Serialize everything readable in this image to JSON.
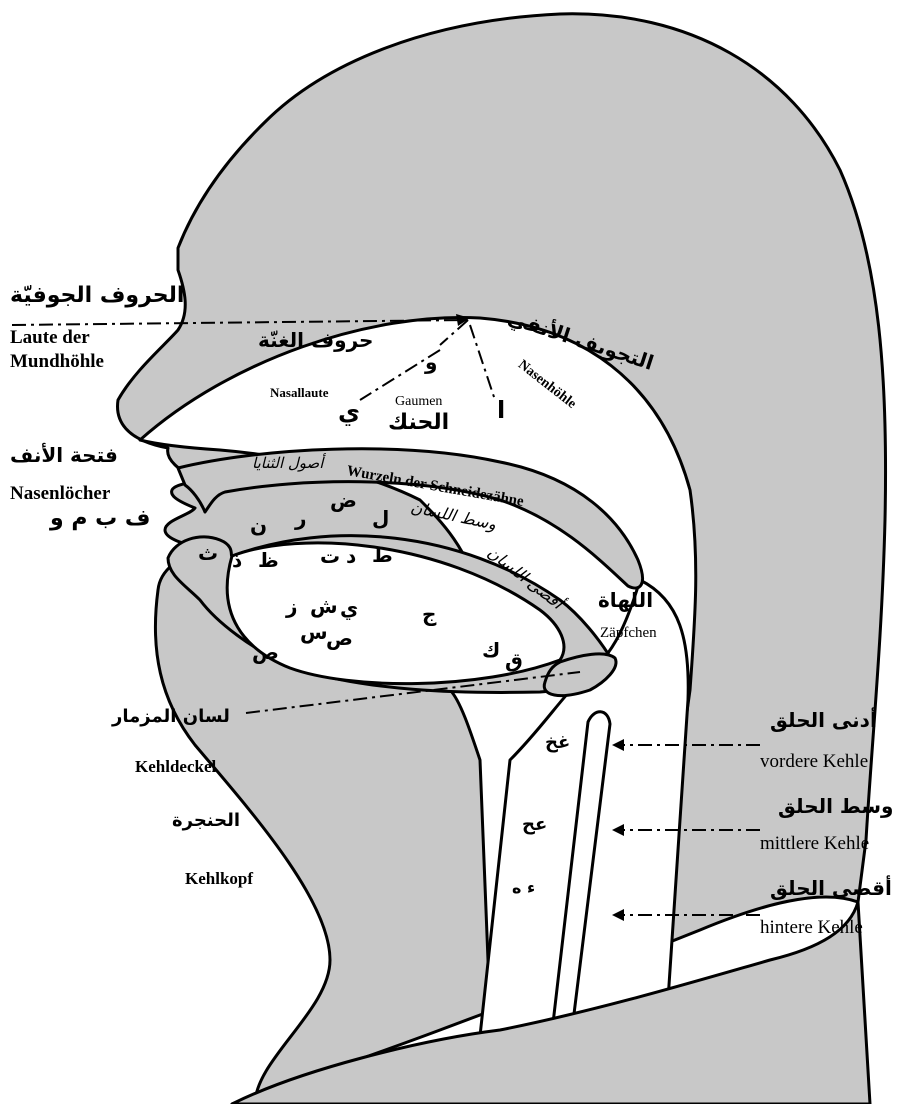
{
  "labels": {
    "jawfiyya_ar": "الحروف الجوفيّة",
    "jawfiyya_de_1": "Laute der",
    "jawfiyya_de_2": "Mundhöhle",
    "ghunna_ar": "حروف الغنّة",
    "ghunna_de": "Nasallaute",
    "tajwif_ar": "التجويف الأنفي",
    "tajwif_de": "Nasenhöhle",
    "gaumen_de": "Gaumen",
    "gaumen_ar": "الحنك",
    "nose_opening_ar": "فتحة الأنف",
    "nose_opening_de": "Nasenlöcher",
    "lips_letters": "ف ب م و",
    "incisor_roots_ar": "أصول الثنايا",
    "incisor_roots_de": "Wurzeln der Schneidezähne",
    "tongue_middle_ar": "وسط اللسان",
    "tongue_back_ar": "أقصى اللسان",
    "uvula_ar": "اللهاة",
    "uvula_de": "Zäpfchen",
    "epiglottis_ar": "لسان المزمار",
    "epiglottis_de": "Kehldeckel",
    "larynx_ar": "الحنجرة",
    "larynx_de": "Kehlkopf",
    "front_throat_ar": "أدنى الحلق",
    "front_throat_de": "vordere Kehle",
    "mid_throat_ar": "وسط الحلق",
    "mid_throat_de": "mittlere Kehle",
    "back_throat_ar": "أقصى الحلق",
    "back_throat_de": "hintere Kehle"
  },
  "letters": {
    "waw": "و",
    "ya_nasal": "ي",
    "alif": "ا",
    "dad": "ض",
    "ra": "ر",
    "nun": "ن",
    "lam": "ل",
    "tha": "ث",
    "dhal": "ذ",
    "zha": "ظ",
    "ta": "ت",
    "dal": "د",
    "tta": "ط",
    "ya": "ي",
    "shin": "ش",
    "jim": "ج",
    "zay": "ز",
    "sin": "س",
    "sad": "ص",
    "sad2": "ص",
    "kaf": "ك",
    "qaf": "ق",
    "ghain_kha": "غخ",
    "ain_ha": "عح",
    "hamza_ha": "ء ه"
  }
}
